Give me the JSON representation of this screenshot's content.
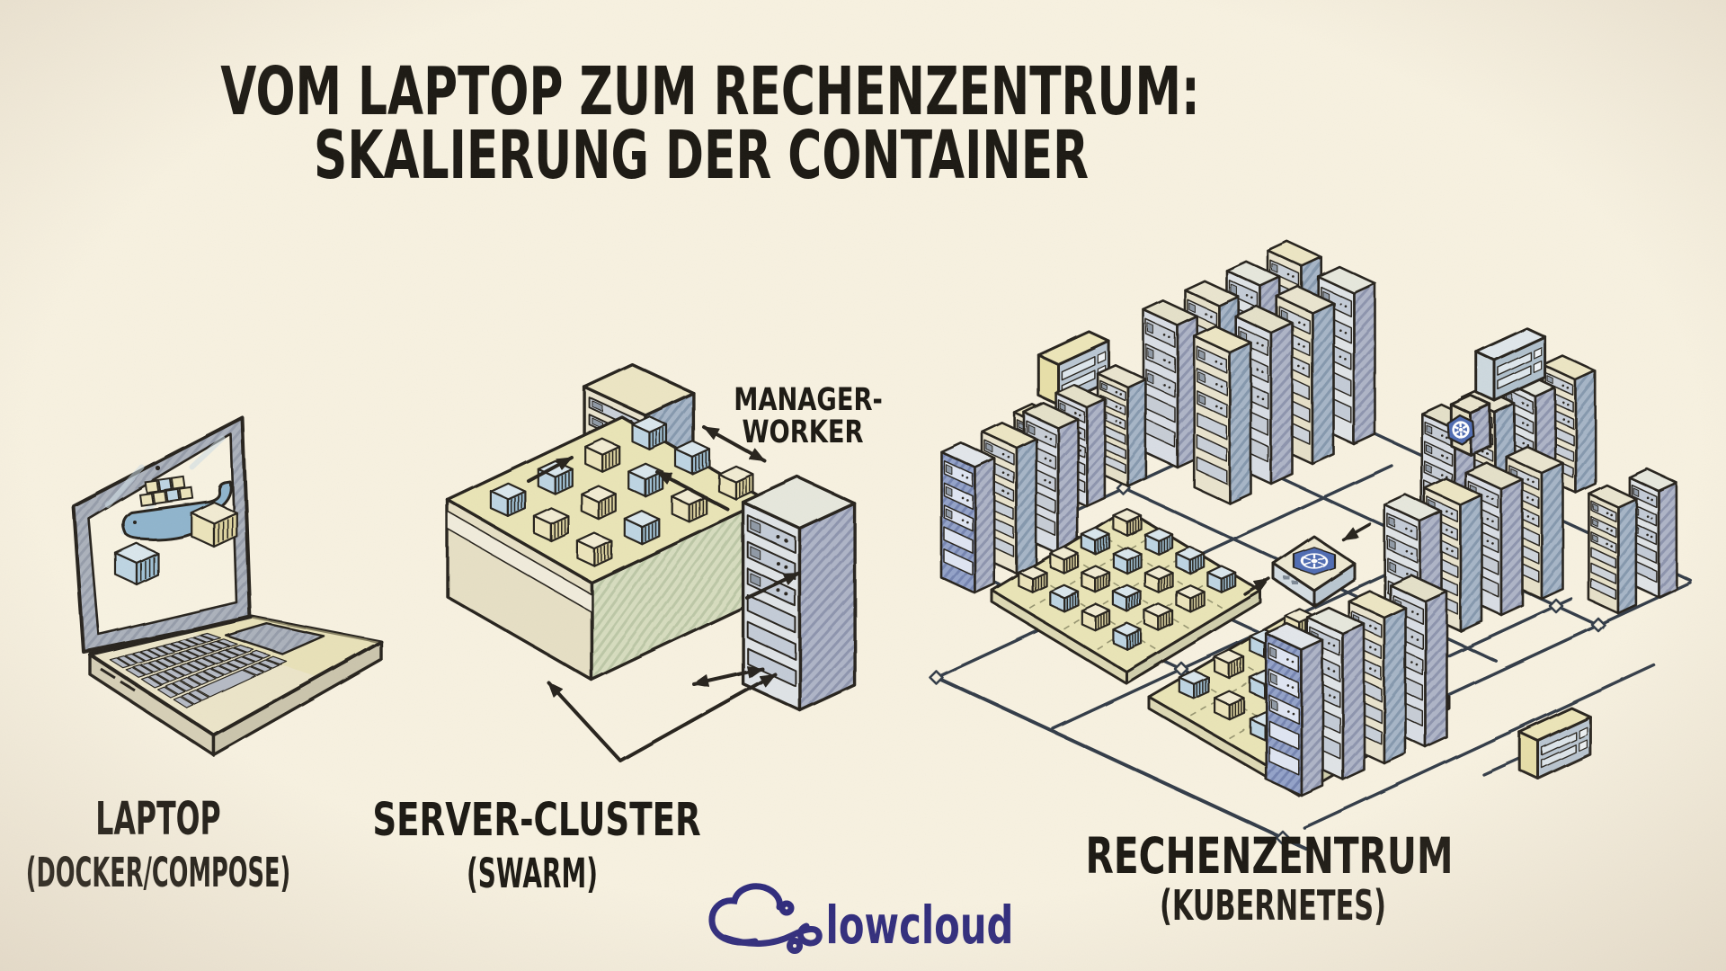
{
  "title": {
    "line1": "VOM LAPTOP ZUM RECHENZENTRUM:",
    "line2": "SKALIERUNG DER CONTAINER"
  },
  "stages": [
    {
      "id": "laptop",
      "label": "LAPTOP",
      "sublabel": "(DOCKER/COMPOSE)"
    },
    {
      "id": "server-cluster",
      "label": "SERVER-CLUSTER",
      "sublabel": "(SWARM)",
      "annotation": {
        "line1": "MANAGER-",
        "line2": "WORKER"
      }
    },
    {
      "id": "datacenter",
      "label": "RECHENZENTRUM",
      "sublabel": "(KUBERNETES)"
    }
  ],
  "logo": {
    "text": "lowcloud",
    "icon": "lowcloud-cloud-icon",
    "color": "#2f2b7c"
  },
  "icons": {
    "docker": "docker-whale-icon",
    "kubernetes": "kubernetes-wheel-icon",
    "cloud": "lowcloud-cloud-icon"
  },
  "colors": {
    "background": "#f7f1e0",
    "ink": "#26231c",
    "label_ink": "#1b1812",
    "logo_navy": "#2f2b7c",
    "network_line": "#313b46",
    "kubernetes_blue": "#4f6cb2",
    "whale_blue": "#8fb4cc",
    "container_blue_left": "#bdd4e2",
    "container_blue_right": "#9fc0d4",
    "container_blue_top": "#d9e6ec",
    "container_cream_left": "#ebe3ba",
    "container_cream_right": "#dcd29f",
    "container_cream_top": "#f1ebd2",
    "tower_top": "#ebe4c2",
    "tower_left": "#e9e3cd",
    "tower_slot": "#c8cfd8",
    "platform_top": "#e9e4b6",
    "laptop_screen": "#f7f2e1",
    "laptop_base": "#ebe4c8",
    "laptop_key": "#b5bac4"
  },
  "illustration": {
    "laptop": {
      "whale": true,
      "screen_containers": 2
    },
    "cluster": {
      "towers": [
        "manager",
        "worker"
      ],
      "platform_containers": 12
    },
    "datacenter": {
      "server_towers": 28,
      "platforms": 2,
      "containers_per_platform": 16,
      "switches": 3,
      "kubernetes_nodes": 2
    }
  }
}
